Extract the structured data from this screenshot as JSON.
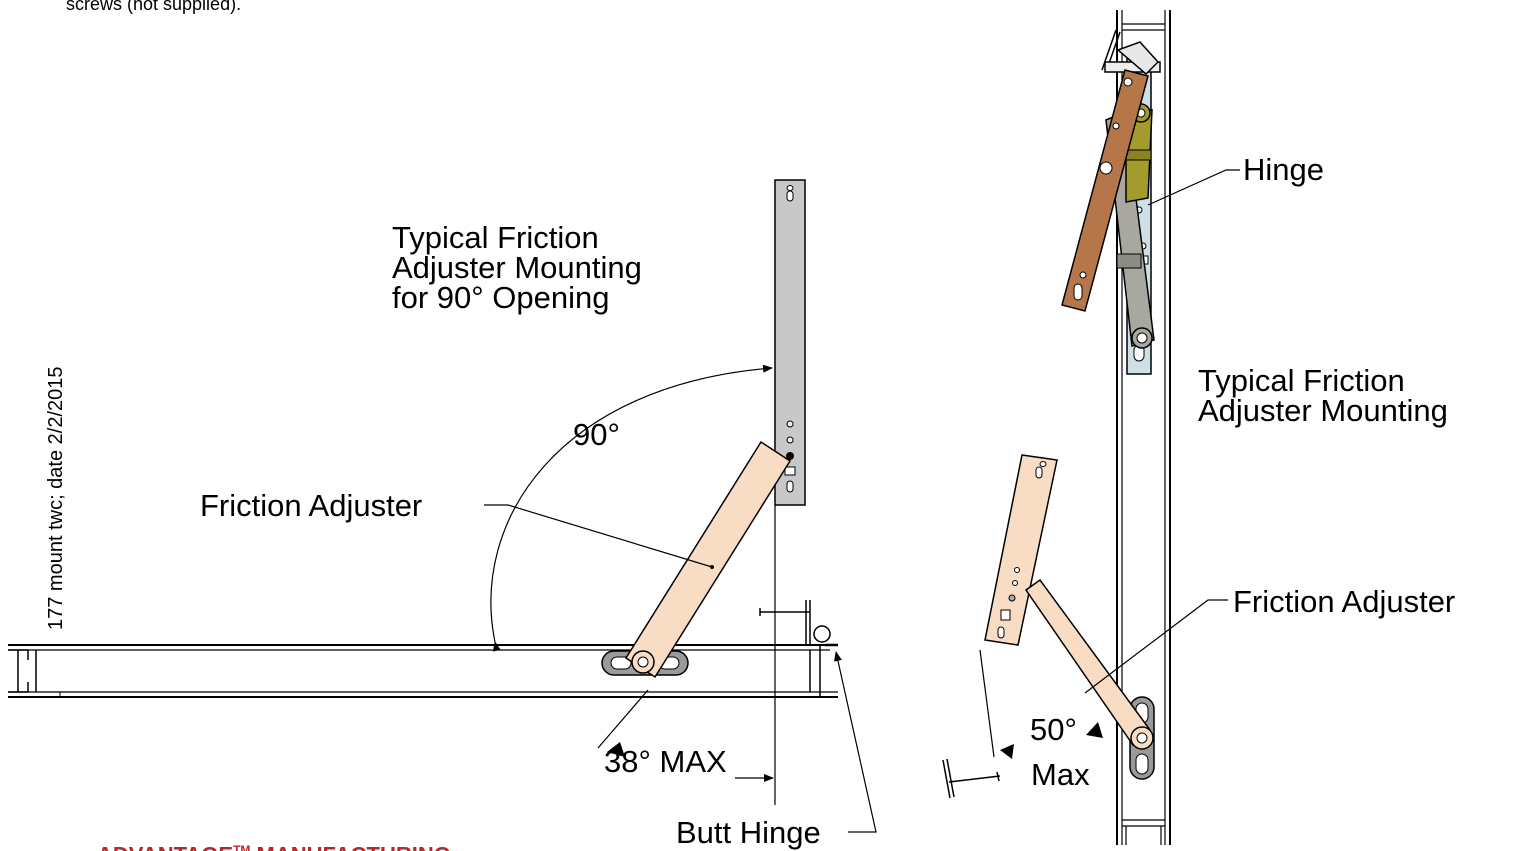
{
  "header_note": "screws (not supplied).",
  "left_view": {
    "title_lines": [
      "Typical Friction",
      "Adjuster Mounting",
      "for 90° Opening"
    ],
    "angle_label": "90°",
    "adjuster_label": "Friction Adjuster",
    "max_angle_label": "38° MAX",
    "hinge_label": "Butt Hinge"
  },
  "right_view": {
    "hinge_label": "Hinge",
    "title_lines": [
      "Typical Friction",
      "Adjuster Mounting"
    ],
    "adjuster_label": "Friction Adjuster",
    "angle_label": "50°",
    "max_label": "Max"
  },
  "side_note": "177 mount twc; date 2/2/2015",
  "brand": {
    "name": "ADVANTAGE",
    "mark": "TM",
    "suffix": "MANUFACTURING"
  },
  "colors": {
    "adjuster": "#f9dcc4",
    "bracket": "#c8c8c8",
    "arm_brown": "#b5774a",
    "arm_olive": "#a39b2c",
    "arm_gray": "#a8a8a0",
    "plate_blue": "#cfdfe6",
    "brand": "#b8272c"
  }
}
